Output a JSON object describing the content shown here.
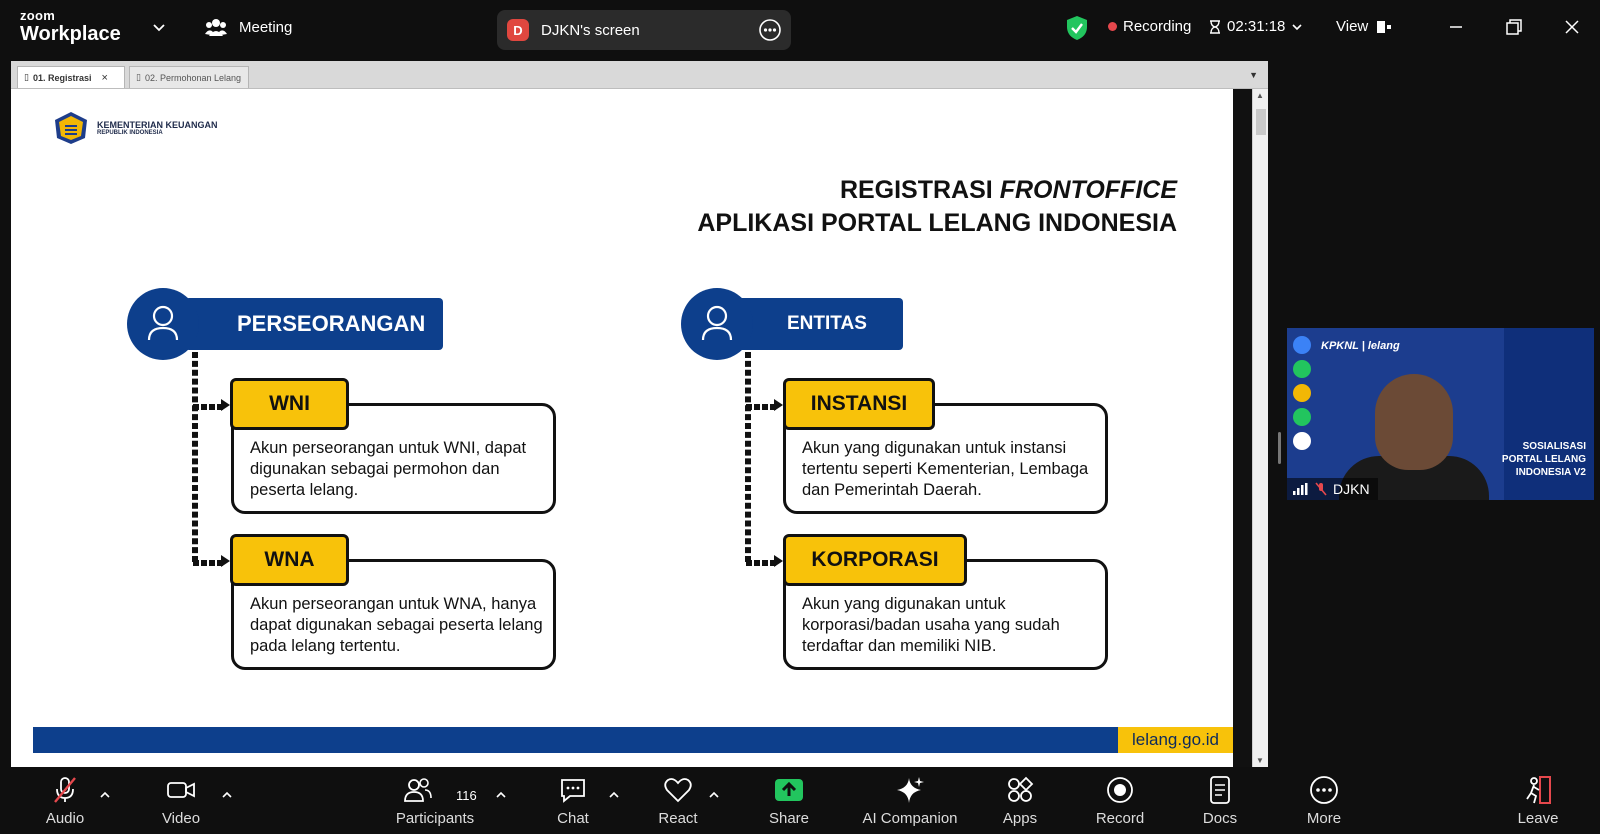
{
  "app": {
    "brand_top": "zoom",
    "brand_main": "Workplace",
    "meeting_label": "Meeting"
  },
  "screen_share": {
    "badge": "D",
    "label": "DJKN's screen"
  },
  "status": {
    "recording": "Recording",
    "timer": "02:31:18",
    "view": "View"
  },
  "colors": {
    "accent_blue": "#0d3f8c",
    "accent_yellow": "#f8c20a",
    "recording_red": "#e5484d",
    "shield_green": "#22c55e"
  },
  "document": {
    "tabs": [
      {
        "label": "01. Registrasi",
        "close": "×"
      },
      {
        "label": "02. Permohonan Lelang"
      }
    ]
  },
  "slide": {
    "ministry_name": "KEMENTERIAN KEUANGAN",
    "ministry_sub": "REPUBLIK INDONESIA",
    "title_line1_prefix": "REGISTRASI ",
    "title_line1_italic": "FRONTOFFICE",
    "title_line2": "APLIKASI PORTAL LELANG INDONESIA",
    "left_category": "PERSEORANGAN",
    "right_category": "ENTITAS",
    "cards": [
      {
        "label": "WNI",
        "text": "Akun perseorangan untuk WNI, dapat digunakan sebagai permohon dan peserta lelang."
      },
      {
        "label": "WNA",
        "text": "Akun perseorangan untuk WNA, hanya dapat digunakan sebagai peserta lelang pada lelang tertentu."
      },
      {
        "label": "INSTANSI",
        "text": "Akun yang digunakan untuk instansi tertentu seperti Kementerian, Lembaga dan Pemerintah Daerah."
      },
      {
        "label": "KORPORASI",
        "text": "Akun yang digunakan untuk korporasi/badan usaha yang sudah terdaftar dan memiliki NIB."
      }
    ],
    "footer_site": "lelang.go.id"
  },
  "video_tile": {
    "participant": "DJKN",
    "logo_text": "KPKNL | lelang",
    "poster_lines": [
      "SOSIALISASI",
      "PORTAL LELANG",
      "INDONESIA V2"
    ]
  },
  "toolbar": {
    "audio": "Audio",
    "video": "Video",
    "participants": "Participants",
    "participant_count": "116",
    "chat": "Chat",
    "react": "React",
    "share": "Share",
    "ai_companion": "AI Companion",
    "apps": "Apps",
    "record": "Record",
    "docs": "Docs",
    "more": "More",
    "leave": "Leave"
  }
}
